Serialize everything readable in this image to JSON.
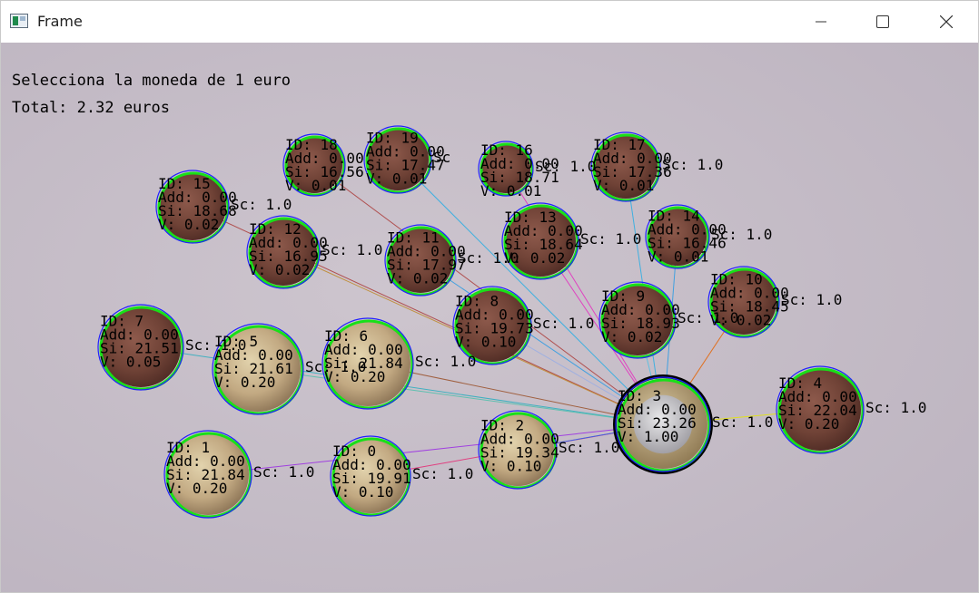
{
  "window": {
    "title": "Frame",
    "controls": {
      "minimize": "minimize-icon",
      "maximize": "maximize-icon",
      "close": "close-icon"
    }
  },
  "overlay": {
    "instruction": "Selecciona la moneda de 1 euro",
    "total": "Total: 2.32 euros"
  },
  "colors": {
    "background": "#c6bec8",
    "circle_outer": "#2020ff",
    "circle_inner": "#18e018",
    "text": "#000000",
    "selected_ring": "#000000"
  },
  "coins": [
    {
      "id": "ID: 18",
      "add": "Add: 0.00",
      "si": "Si: 16.56",
      "v": "V: 0.01",
      "sc": "",
      "type": "copper"
    },
    {
      "id": "ID: 19",
      "add": "Add: 0.00",
      "si": "Si: 17.47",
      "v": "V: 0.01",
      "sc": "Sc",
      "type": "copper"
    },
    {
      "id": "ID: 16",
      "add": "Add: 0.00",
      "si": "Si: 18.71",
      "v": "V: 0.01",
      "sc": "Sc: 1.0",
      "type": "copper"
    },
    {
      "id": "ID: 17",
      "add": "Add: 0.00",
      "si": "Si: 17.36",
      "v": "V: 0.01",
      "sc": "Sc: 1.0",
      "type": "copper"
    },
    {
      "id": "ID: 15",
      "add": "Add: 0.00",
      "si": "Si: 18.68",
      "v": "V: 0.02",
      "sc": "Sc: 1.0",
      "type": "copper"
    },
    {
      "id": "ID: 12",
      "add": "Add: 0.00",
      "si": "Si: 16.95",
      "v": "V: 0.02",
      "sc": "Sc: 1.0",
      "type": "copper"
    },
    {
      "id": "ID: 11",
      "add": "Add: 0.00",
      "si": "Si: 17.97",
      "v": "V: 0.02",
      "sc": "Sc: 1.0",
      "type": "copper"
    },
    {
      "id": "ID: 13",
      "add": "Add: 0.00",
      "si": "Si: 18.64",
      "v": "V: 0.02",
      "sc": "Sc: 1.0",
      "type": "copper"
    },
    {
      "id": "ID: 14",
      "add": "Add: 0.00",
      "si": "Si: 16.46",
      "v": "V: 0.01",
      "sc": "Sc: 1.0",
      "type": "copper"
    },
    {
      "id": "ID: 10",
      "add": "Add: 0.00",
      "si": "Si: 18.45",
      "v": "V: 0.02",
      "sc": "Sc: 1.0",
      "type": "copper"
    },
    {
      "id": "ID: 8",
      "add": "Add: 0.00",
      "si": "Si: 19.73",
      "v": "V: 0.10",
      "sc": "Sc: 1.0",
      "type": "copper"
    },
    {
      "id": "ID: 9",
      "add": "Add: 0.00",
      "si": "Si: 18.93",
      "v": "V: 0.02",
      "sc": "Sc: 1.0",
      "type": "copper"
    },
    {
      "id": "ID: 7",
      "add": "Add: 0.00",
      "si": "Si: 21.51",
      "v": "V: 0.05",
      "sc": "Sc: 1.0",
      "type": "copper"
    },
    {
      "id": "ID: 5",
      "add": "Add: 0.00",
      "si": "Si: 21.61",
      "v": "V: 0.20",
      "sc": "Sc: 1.0",
      "type": "gold"
    },
    {
      "id": "ID: 6",
      "add": "Add: 0.00",
      "si": "Si: 21.84",
      "v": "V: 0.20",
      "sc": "Sc: 1.0",
      "type": "gold"
    },
    {
      "id": "ID: 3",
      "add": "Add: 0.00",
      "si": "Si: 23.26",
      "v": "V: 1.00",
      "sc": "Sc: 1.0",
      "type": "bimetal"
    },
    {
      "id": "ID: 4",
      "add": "Add: 0.00",
      "si": "Si: 22.04",
      "v": "V: 0.20",
      "sc": "Sc: 1.0",
      "type": "copper"
    },
    {
      "id": "ID: 1",
      "add": "Add: 0.00",
      "si": "Si: 21.84",
      "v": "V: 0.20",
      "sc": "Sc: 1.0",
      "type": "gold"
    },
    {
      "id": "ID: 0",
      "add": "Add: 0.00",
      "si": "Si: 19.91",
      "v": "V: 0.10",
      "sc": "Sc: 1.0",
      "type": "gold"
    },
    {
      "id": "ID: 2",
      "add": "Add: 0.00",
      "si": "Si: 19.34",
      "v": "V: 0.10",
      "sc": "Sc: 1.0",
      "type": "gold"
    }
  ]
}
